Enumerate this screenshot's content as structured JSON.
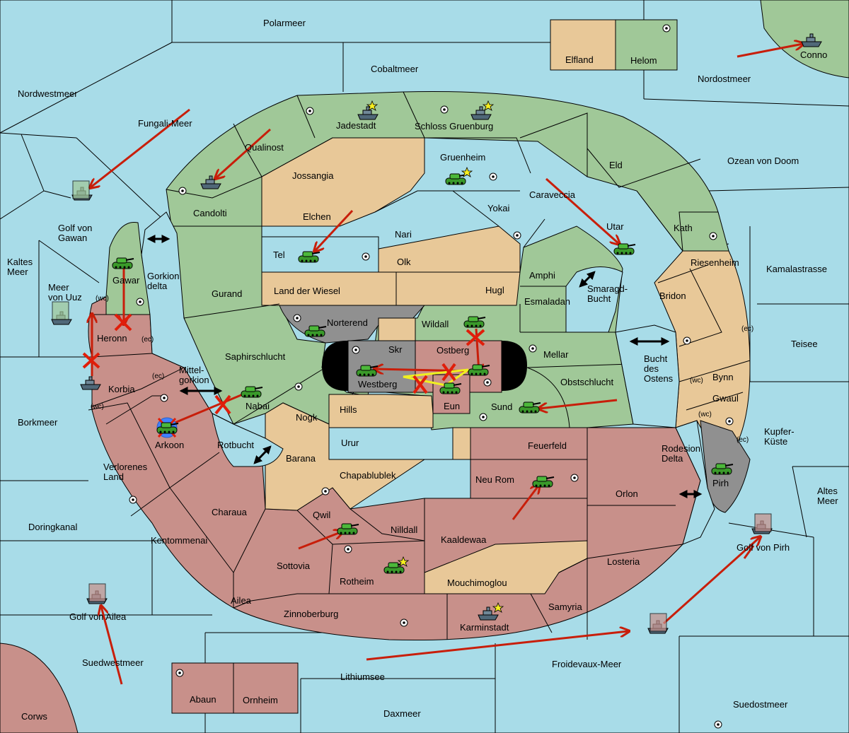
{
  "colors": {
    "sea": "#a8dce8",
    "green_player": "#a0c898",
    "red_player": "#c8908a",
    "neutral": "#e8c898",
    "impassable": "#909090",
    "order_arrow": "#c81e0a",
    "support_line": "#f0f020"
  },
  "icons": [
    "army-tank-icon",
    "fleet-ship-icon",
    "supply-center-icon",
    "home-star-icon",
    "dislodge-cross-icon",
    "convoy-arrow-icon"
  ],
  "seas": {
    "polarmeer": "Polarmeer",
    "cobaltmeer": "Cobaltmeer",
    "nordostmeer": "Nordostmeer",
    "nordwestmeer": "Nordwestmeer",
    "fungali": "Fungali-Meer",
    "golf_gawan": "Golf von\nGawan",
    "kaltes": "Kaltes\nMeer",
    "meer_uuz": "Meer\nvon Uuz",
    "ozean_doom": "Ozean von Doom",
    "kamalastrasse": "Kamalastrasse",
    "teisee": "Teisee",
    "kupfer": "Kupfer-\nKüste",
    "altes": "Altes\nMeer",
    "borkmeer": "Borkmeer",
    "doringkanal": "Doringkanal",
    "golf_ailea": "Golf von Ailea",
    "suedwestmeer": "Suedwestmeer",
    "corws": "Corws",
    "lithiumsee": "Lithiumsee",
    "daxmeer": "Daxmeer",
    "froidevaux": "Froidevaux-Meer",
    "suedostmeer": "Suedostmeer",
    "golf_pirh": "Golf von Pirh",
    "gorkion_delta": "Gorkion\ndelta",
    "mittelgorkion": "Mittel-\ngorkion",
    "rotbucht": "Rotbucht",
    "smaragd": "Smaragd-\nBucht",
    "bucht_ostens": "Bucht\ndes\nOstens",
    "rodesion": "Rodesion\nDelta"
  },
  "lands": {
    "elfland": "Elfland",
    "helom": "Helom",
    "conno": "Conno",
    "jadestadt": "Jadestadt",
    "schloss": "Schloss Gruenburg",
    "qualinost": "Qualinost",
    "jossangia": "Jossangia",
    "gruenheim": "Gruenheim",
    "eld": "Eld",
    "candolti": "Candolti",
    "caraveccia": "Caraveccia",
    "elchen": "Elchen",
    "yokai": "Yokai",
    "nari": "Nari",
    "utar": "Utar",
    "kath": "Kath",
    "tel": "Tel",
    "olk": "Olk",
    "amphi": "Amphi",
    "riesenheim": "Riesenheim",
    "gawar": "Gawar",
    "land_wiesel": "Land der Wiesel",
    "hugl": "Hugl",
    "gurand": "Gurand",
    "esmaladan": "Esmaladan",
    "bridon": "Bridon",
    "norterend": "Norterend",
    "wildall": "Wildall",
    "heronn": "Heronn",
    "skr": "Skr",
    "ostberg": "Ostberg",
    "mellar": "Mellar",
    "saphir": "Saphirschlucht",
    "westberg": "Westberg",
    "obstschlucht": "Obstschlucht",
    "bynn": "Bynn",
    "korbia": "Korbia",
    "nabai": "Nabai",
    "hills": "Hills",
    "eun": "Eun",
    "sund": "Sund",
    "gwaul": "Gwaul",
    "nogk": "Nogk",
    "arkoon": "Arkoon",
    "urur": "Urur",
    "feuerfeld": "Feuerfeld",
    "barana": "Barana",
    "verlorenes": "Verlorenes\nLand",
    "chapablublek": "Chapablublek",
    "neu_rom": "Neu Rom",
    "orlon": "Orlon",
    "pirh": "Pirh",
    "charaua": "Charaua",
    "qwil": "Qwil",
    "nilldall": "Nilldall",
    "kentommenai": "Kentommenai",
    "kaaldewaa": "Kaaldewaa",
    "sottovia": "Sottovia",
    "rotheim": "Rotheim",
    "mouchi": "Mouchimoglou",
    "losteria": "Losteria",
    "ailea": "Ailea",
    "samyria": "Samyria",
    "zinnoberburg": "Zinnoberburg",
    "karminstadt": "Karminstadt",
    "abaun": "Abaun",
    "ornheim": "Ornheim"
  },
  "coasts": {
    "wc": "(wc)",
    "ec": "(ec)"
  }
}
